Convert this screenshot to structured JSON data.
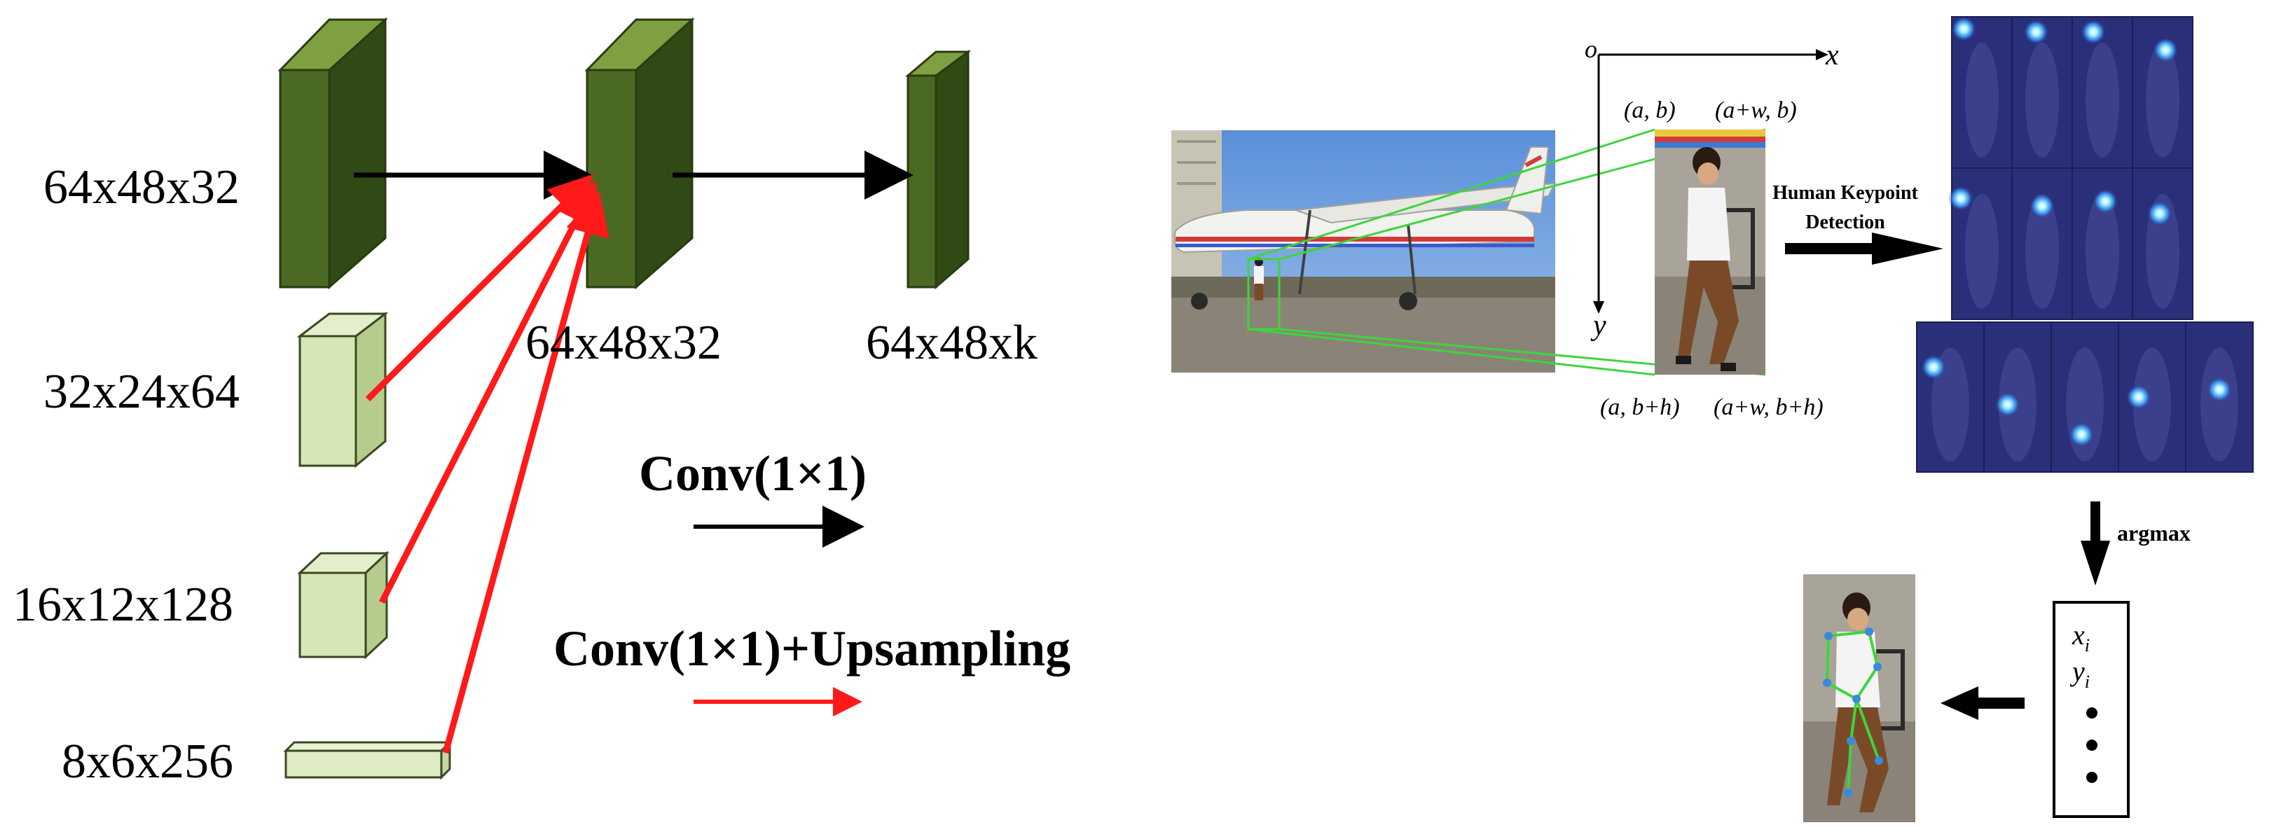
{
  "left_panel": {
    "features": {
      "main_input": "64x48x32",
      "branch_1": "32x24x64",
      "branch_2": "16x12x128",
      "branch_3": "8x6x256",
      "fused": "64x48x32",
      "output": "64x48xk"
    },
    "legend": {
      "conv_label": "Conv(1×1)",
      "upsampling_label": "Conv(1×1)+Upsampling"
    }
  },
  "right_panel": {
    "axes": {
      "origin": "o",
      "x_axis": "x",
      "y_axis": "y"
    },
    "box_corners": {
      "top_left": "(a, b)",
      "top_right": "(a+w, b)",
      "bottom_left": "(a, b+h)",
      "bottom_right": "(a+w, b+h)"
    },
    "detection_label": {
      "line1": "Human Keypoint",
      "line2": "Detection"
    },
    "argmax_label": "argmax",
    "coordinate_vector": {
      "x_entry": "x",
      "x_sub": "i",
      "y_entry": "y",
      "y_sub": "i"
    }
  },
  "colors": {
    "dark_block_front": "#4a6a24",
    "dark_block_side": "#2f4a14",
    "dark_block_top": "#7ea040",
    "light_block_front": "#d6e6b4",
    "light_block_side": "#b6cc8e",
    "conv_arrow": "#000000",
    "upsample_arrow": "#ff1a1a",
    "bbox_lines": "#3cd63c",
    "heatmap_bg": "#2a2f7a"
  }
}
